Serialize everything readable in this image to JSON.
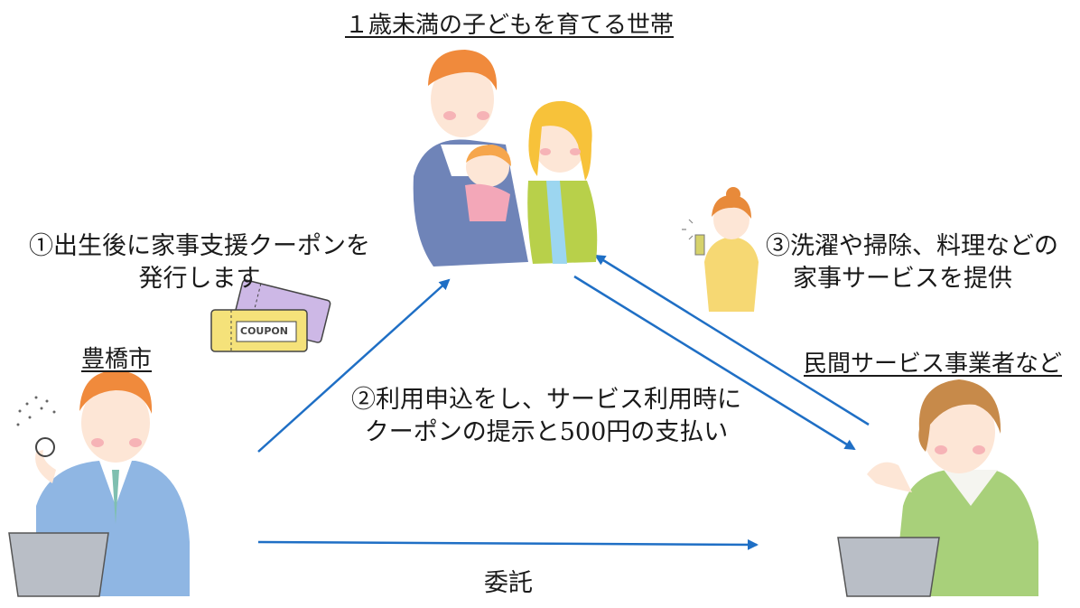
{
  "household": {
    "title": "１歳未満の子どもを育てる世帯"
  },
  "city": {
    "name": "豊橋市"
  },
  "provider": {
    "name": "民間サービス事業者など"
  },
  "steps": {
    "step1_line1": "①出生後に家事支援クーポンを",
    "step1_line2": "発行します",
    "step2_line1": "②利用申込をし、サービス利用時に",
    "step2_line2": "クーポンの提示と500円の支払い",
    "step3_line1": "③洗濯や掃除、料理などの",
    "step3_line2": "家事サービスを提供",
    "commission": "委託"
  },
  "coupon": {
    "label": "COUPON"
  },
  "colors": {
    "arrow": "#1f6fc5",
    "text": "#1a1a1a"
  }
}
